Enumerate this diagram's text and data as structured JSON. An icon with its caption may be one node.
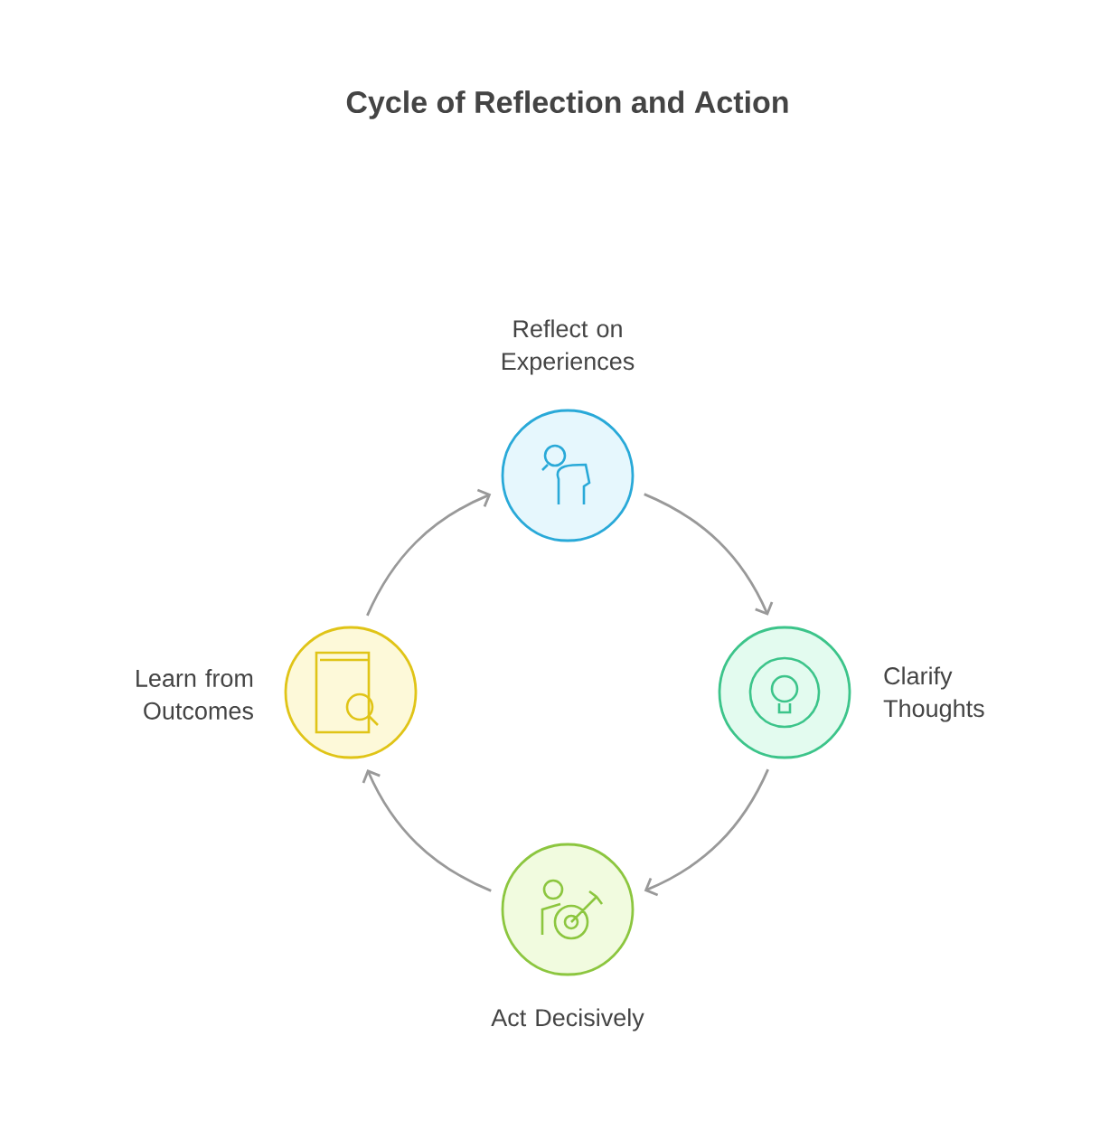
{
  "diagram": {
    "title": "Cycle of Reflection and Action",
    "nodes": [
      {
        "text": [
          "Reflect on Experiences"
        ]
      },
      {
        "text": [
          "Clarify Thoughts"
        ]
      },
      {
        "text": [
          "Act Decisively"
        ]
      },
      {
        "text": [
          "Learn from Outcomes"
        ]
      }
    ],
    "edges": [
      {
        "from": 0,
        "to": 1,
        "arrow": "to"
      },
      {
        "from": 1,
        "to": 2,
        "arrow": "to"
      },
      {
        "from": 2,
        "to": 3,
        "arrow": "to"
      },
      {
        "from": 3,
        "to": 0,
        "arrow": "to"
      }
    ]
  }
}
